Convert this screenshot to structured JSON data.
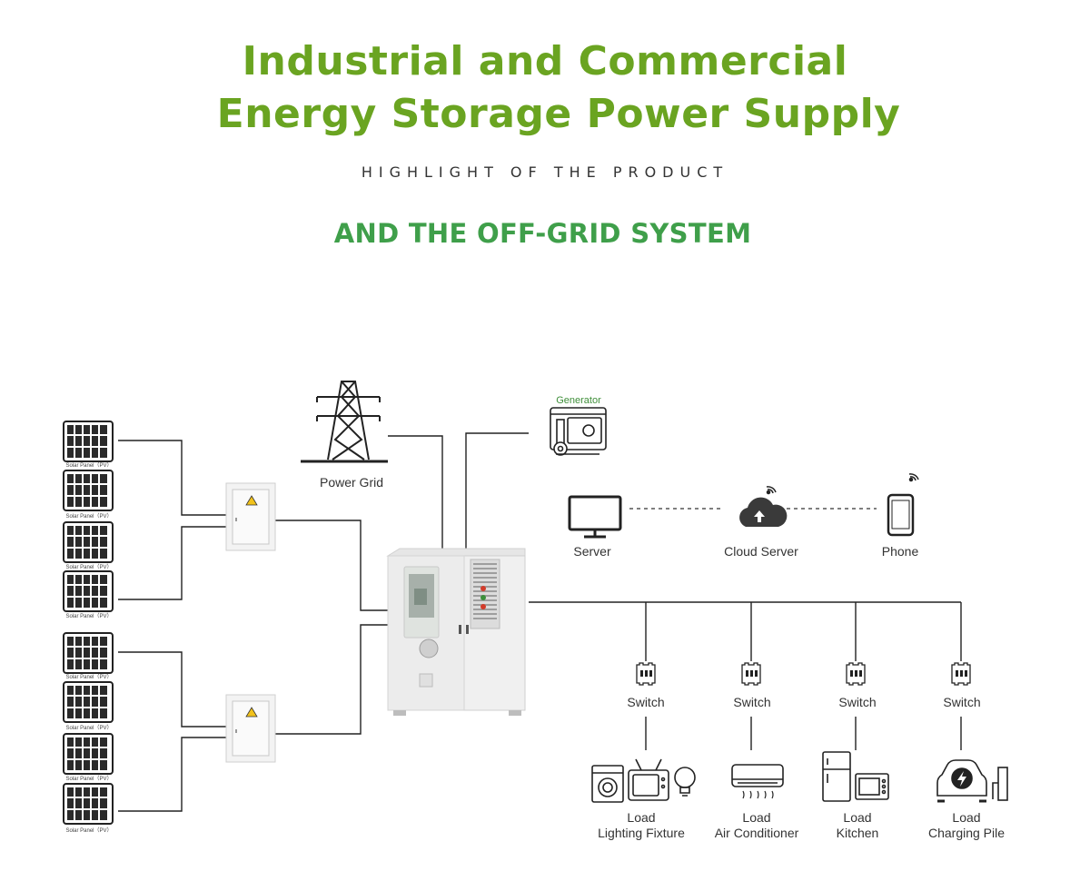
{
  "header": {
    "title_line1": "Industrial and Commercial",
    "title_line2": "Energy Storage Power Supply",
    "highlight": "HIGHLIGHT OF THE PRODUCT",
    "subtitle": "AND THE OFF-GRID SYSTEM"
  },
  "diagram": {
    "solar_panel_label": "Solar Panel（PV）",
    "power_grid": "Power Grid",
    "generator": "Generator",
    "server": "Server",
    "cloud_server": "Cloud Server",
    "phone": "Phone",
    "switch_label": "Switch",
    "load_label": "Load",
    "loads": [
      "Lighting Fixture",
      "Air Conditioner",
      "Kitchen",
      "Charging Pile"
    ]
  },
  "colors": {
    "title": "#6aa421",
    "subtitle": "#3f9f4a",
    "generator": "#3f8f3a",
    "line": "#222222"
  }
}
